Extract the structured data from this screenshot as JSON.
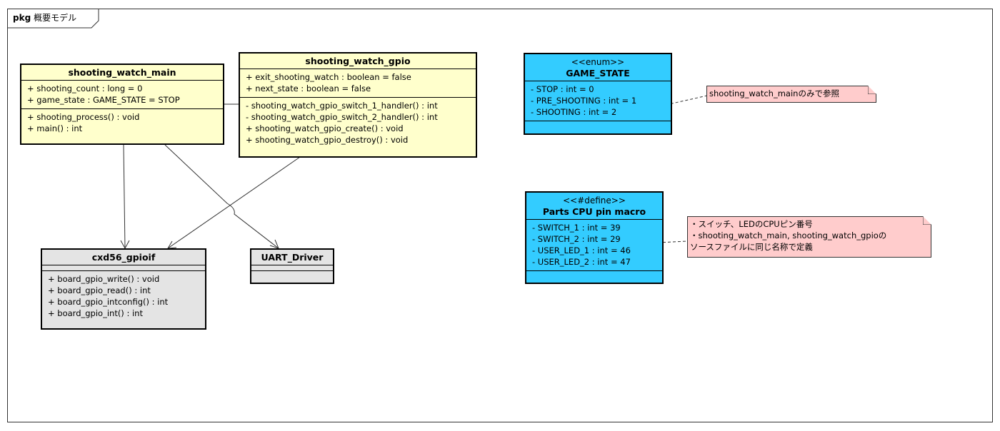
{
  "frame": {
    "keyword": "pkg",
    "name": "概要モデル"
  },
  "classes": {
    "main": {
      "name": "shooting_watch_main",
      "attributes": [
        "+ shooting_count : long = 0",
        "+ game_state : GAME_STATE = STOP"
      ],
      "operations": [
        "+ shooting_process() : void",
        "+ main() : int"
      ]
    },
    "gpio": {
      "name": "shooting_watch_gpio",
      "attributes": [
        "+ exit_shooting_watch : boolean = false",
        "+ next_state : boolean = false"
      ],
      "operations": [
        "- shooting_watch_gpio_switch_1_handler() : int",
        "- shooting_watch_gpio_switch_2_handler() : int",
        "+ shooting_watch_gpio_create() : void",
        "+ shooting_watch_gpio_destroy() : void"
      ]
    },
    "gpioif": {
      "name": "cxd56_gpioif",
      "attributes": [],
      "operations": [
        "+ board_gpio_write() : void",
        "+ board_gpio_read() : int",
        "+ board_gpio_intconfig() : int",
        "+ board_gpio_int() : int"
      ]
    },
    "uart": {
      "name": "UART_Driver",
      "attributes": [],
      "operations": []
    },
    "game_state": {
      "stereotype": "<<enum>>",
      "name": "GAME_STATE",
      "attributes": [
        "- STOP : int = 0",
        "- PRE_SHOOTING : int = 1",
        "- SHOOTING : int = 2"
      ]
    },
    "pin_macro": {
      "stereotype": "<<#define>>",
      "name": "Parts CPU pin macro",
      "attributes": [
        "- SWITCH_1 : int = 39",
        "- SWITCH_2 : int = 29",
        "- USER_LED_1 : int = 46",
        "- USER_LED_2 : int = 47"
      ]
    }
  },
  "notes": {
    "state_note": [
      "shooting_watch_mainのみで参照"
    ],
    "macro_note": [
      "・スイッチ、LEDのCPUピン番号",
      "・shooting_watch_main, shooting_watch_gpioの",
      "ソースファイルに同じ名称で定義"
    ]
  },
  "colors": {
    "yellow_class": "#ffffcc",
    "grey_class": "#e4e4e4",
    "blue_class": "#33ccff",
    "note": "#ffcccc"
  }
}
